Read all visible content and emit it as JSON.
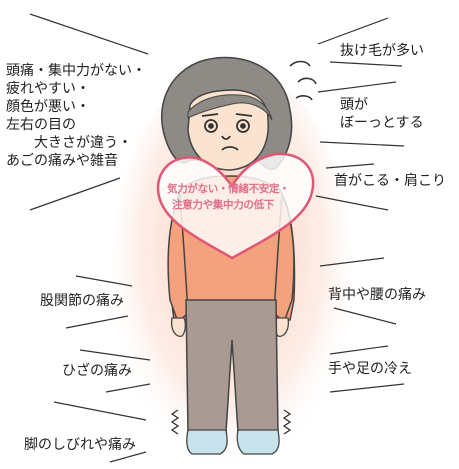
{
  "left_symptoms": {
    "head_lines": [
      "頭痛・集中力がない・",
      "疲れやすい・",
      "顔色が悪い・",
      "左右の目の",
      "大きさが違う・",
      "あごの痛みや雑音"
    ],
    "hip": "股関節の痛み",
    "knee": "ひざの痛み",
    "leg": "脚のしびれや痛み"
  },
  "right_symptoms": {
    "hair": "抜け毛が多い",
    "head_a": "頭が",
    "head_b": "ぼーっとする",
    "neck": "首がこる・肩こり",
    "back": "背中や腰の痛み",
    "cold": "手や足の冷え"
  },
  "heart": {
    "line1": "気力がない・情緒不安定・",
    "line2": "注意力や集中力の低下"
  },
  "colors": {
    "shirt": "#f4a27e",
    "pants": "#a99a93",
    "hair": "#8e8b86",
    "skin": "#fbe3cf",
    "socks": "#c7e2ea",
    "heart_outline": "#e05774",
    "glow": "#f7b6a3"
  }
}
